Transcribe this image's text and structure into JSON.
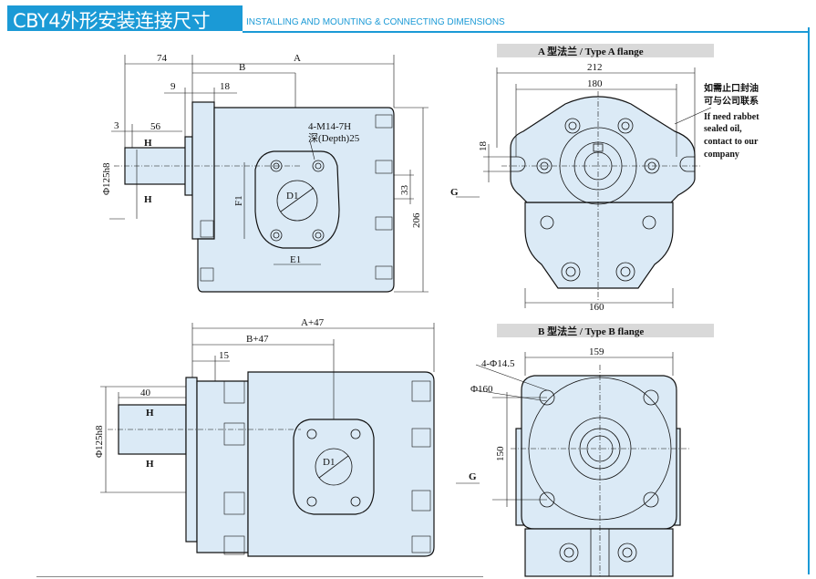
{
  "header": {
    "title_cn": "CBY4外形安装连接尺寸",
    "title_en": "INSTALLING AND MOUNTING & CONNECTING DIMENSIONS"
  },
  "type_a": {
    "caption": "A 型法兰 / Type A flange",
    "dims": {
      "width_outer": "212",
      "width_bolt": "180",
      "offset": "18",
      "base_width": "160"
    },
    "note_cn_line1": "如需止口封油",
    "note_cn_line2": "可与公司联系",
    "note_en_line1": "If need rabbet",
    "note_en_line2": "sealed oil,",
    "note_en_line3": "contact to our",
    "note_en_line4": "company",
    "view_label": "G"
  },
  "type_b": {
    "caption": "B 型法兰 / Type B flange",
    "dims": {
      "width": "159",
      "holes": "4-Φ14.5",
      "pilot": "Φ160",
      "height": "150"
    },
    "view_label": "G"
  },
  "side_a": {
    "dims": {
      "d74": "74",
      "dB": "B",
      "dA": "A",
      "d9": "9",
      "d18": "18",
      "d3": "3",
      "d56": "56",
      "shaft": "Φ125h8",
      "d33": "33",
      "d206": "206",
      "port": "4-M14-7H",
      "depth": "深(Depth)25",
      "F1": "F1",
      "E1": "E1",
      "D1": "D1",
      "H": "H"
    }
  },
  "side_b": {
    "dims": {
      "dA47": "A+47",
      "dB47": "B+47",
      "d15": "15",
      "d40": "40",
      "shaft": "Φ125h8",
      "D1": "D1",
      "H": "H"
    }
  }
}
